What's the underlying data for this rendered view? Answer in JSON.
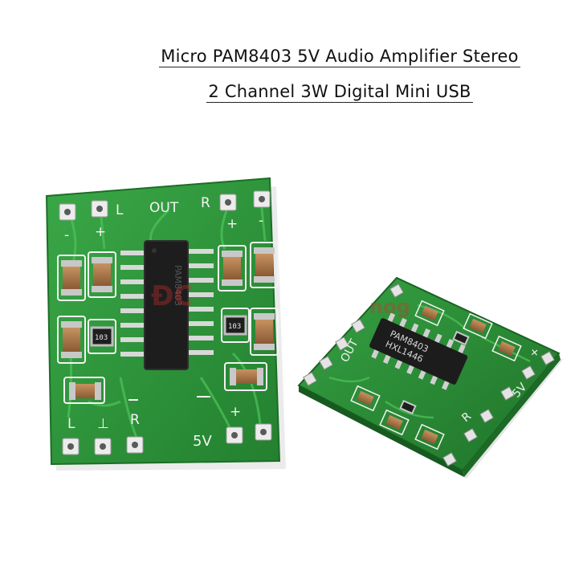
{
  "product": {
    "title_line1": "Micro PAM8403 5V Audio Amplifier Stereo",
    "title_line2": "2 Channel 3W Digital Mini USB"
  },
  "board_front": {
    "chip_text": "PAM8403",
    "labels": {
      "left": "L",
      "out": "OUT",
      "right": "R",
      "plus_left": "+",
      "minus_left": "-",
      "plus_right": "+",
      "minus_right": "-",
      "bottom_l": "L",
      "bottom_gnd": "⊥",
      "bottom_r": "R",
      "bottom_plus": "+",
      "supply": "5V"
    },
    "resistor_code": "103"
  },
  "board_angled": {
    "chip_text_line1": "PAM8403",
    "chip_text_line2": "HXL1446",
    "labels": {
      "out": "OUT",
      "supply": "5V",
      "right": "R",
      "plus": "+"
    }
  },
  "colors": {
    "pcb": "#2f9a3c",
    "pcb_dark": "#237a2e",
    "trace": "#3fb24b",
    "silk": "#f2f2f2",
    "pad": "#cfcfcf",
    "chip": "#1c1c1c",
    "cap": "#b07a4c",
    "watermark": "#d32f2f"
  }
}
